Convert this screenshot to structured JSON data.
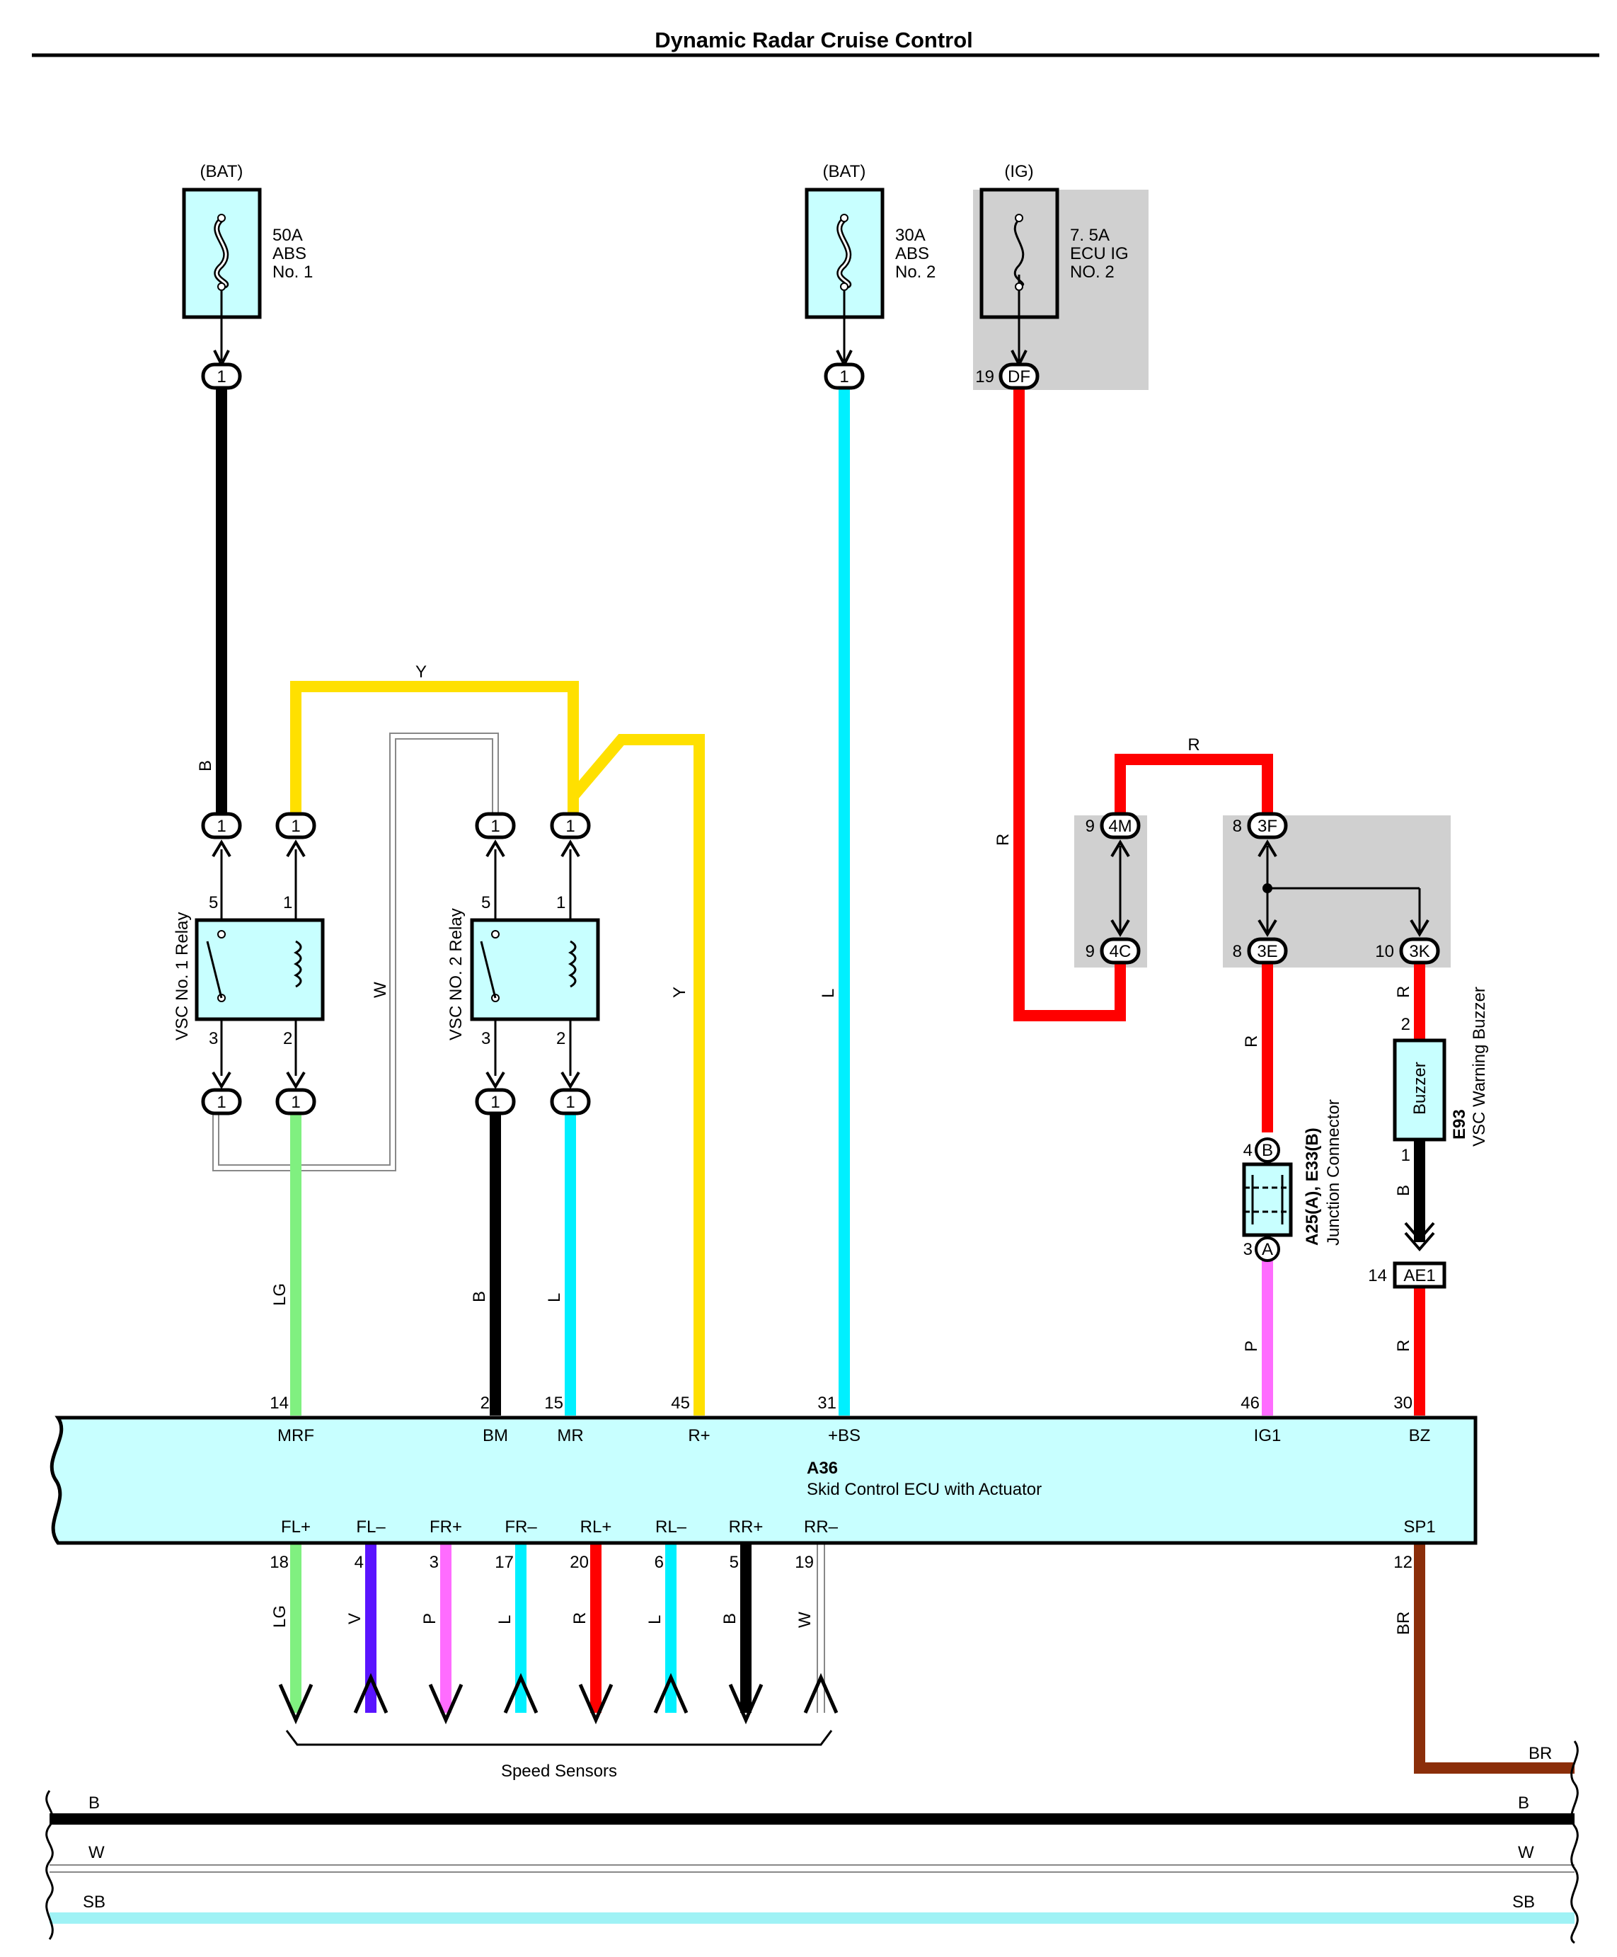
{
  "title": "Dynamic Radar Cruise Control",
  "colors": {
    "B": "#000000",
    "Y": "#ffe000",
    "L": "#00f0ff",
    "R": "#ff0000",
    "LG": "#80f080",
    "W": "#ffffff",
    "P": "#ff6cff",
    "V": "#5a14ff",
    "BR": "#8b2e0a",
    "SB": "#9ff2f5",
    "box": "#c8ffff",
    "shade": "#d0d0d0"
  },
  "sources": {
    "bat1": "(BAT)",
    "bat2": "(BAT)",
    "ig": "(IG)"
  },
  "fuses": {
    "f1": [
      "50A",
      "ABS",
      "No. 1"
    ],
    "f2": [
      "30A",
      "ABS",
      "No. 2"
    ],
    "f3": [
      "7. 5A",
      "ECU IG",
      "NO. 2"
    ]
  },
  "connectors": {
    "one": "1",
    "df": "DF",
    "df_pin": "19",
    "c4m": "4M",
    "c4m_pin": "9",
    "c4c": "4C",
    "c4c_pin": "9",
    "c3f": "3F",
    "c3f_pin": "8",
    "c3e": "3E",
    "c3e_pin": "8",
    "c3k": "3K",
    "c3k_pin": "10",
    "jb": "B",
    "jb_pin": "4",
    "ja": "A",
    "ja_pin": "3",
    "ae1": "AE1",
    "ae1_pin": "14"
  },
  "relays": {
    "r1": "VSC No. 1 Relay",
    "r2": "VSC NO. 2 Relay",
    "p5": "5",
    "p1": "1",
    "p3": "3",
    "p2": "2"
  },
  "wire_labels": {
    "b_main": "B",
    "y_top": "Y",
    "w_mid": "W",
    "y_right": "Y",
    "l_mid": "L",
    "r_left": "R",
    "r_top": "R",
    "r_3e": "R",
    "r_3k": "R",
    "lg": "LG",
    "b_bm": "B",
    "l_mr": "L",
    "p_ig": "P",
    "r_bz": "R",
    "b_buz": "B",
    "br": "BR"
  },
  "junction": {
    "code": "A25(A), E33(B)",
    "name": "Junction Connector"
  },
  "buzzer": {
    "label": "Buzzer",
    "code": "E93",
    "name": "VSC Warning Buzzer",
    "pin_top": "2",
    "pin_bot": "1"
  },
  "ecu": {
    "code": "A36",
    "name": "Skid Control ECU with Actuator",
    "top_terms": [
      {
        "pin": "14",
        "name": "MRF"
      },
      {
        "pin": "2",
        "name": "BM"
      },
      {
        "pin": "15",
        "name": "MR"
      },
      {
        "pin": "45",
        "name": "R+"
      },
      {
        "pin": "31",
        "name": "+BS"
      },
      {
        "pin": "46",
        "name": "IG1"
      },
      {
        "pin": "30",
        "name": "BZ"
      }
    ],
    "bottom_terms": [
      {
        "pin": "18",
        "name": "FL+",
        "wire": "LG"
      },
      {
        "pin": "4",
        "name": "FL–",
        "wire": "V"
      },
      {
        "pin": "3",
        "name": "FR+",
        "wire": "P"
      },
      {
        "pin": "17",
        "name": "FR–",
        "wire": "L"
      },
      {
        "pin": "20",
        "name": "RL+",
        "wire": "R"
      },
      {
        "pin": "6",
        "name": "RL–",
        "wire": "L"
      },
      {
        "pin": "5",
        "name": "RR+",
        "wire": "B"
      },
      {
        "pin": "19",
        "name": "RR–",
        "wire": "W"
      },
      {
        "pin": "12",
        "name": "SP1",
        "wire": "BR"
      }
    ]
  },
  "speed_sensors": "Speed Sensors",
  "buses": [
    {
      "name": "B",
      "right": "B"
    },
    {
      "name": "W",
      "right": "W"
    },
    {
      "name": "SB",
      "right": "SB"
    }
  ]
}
